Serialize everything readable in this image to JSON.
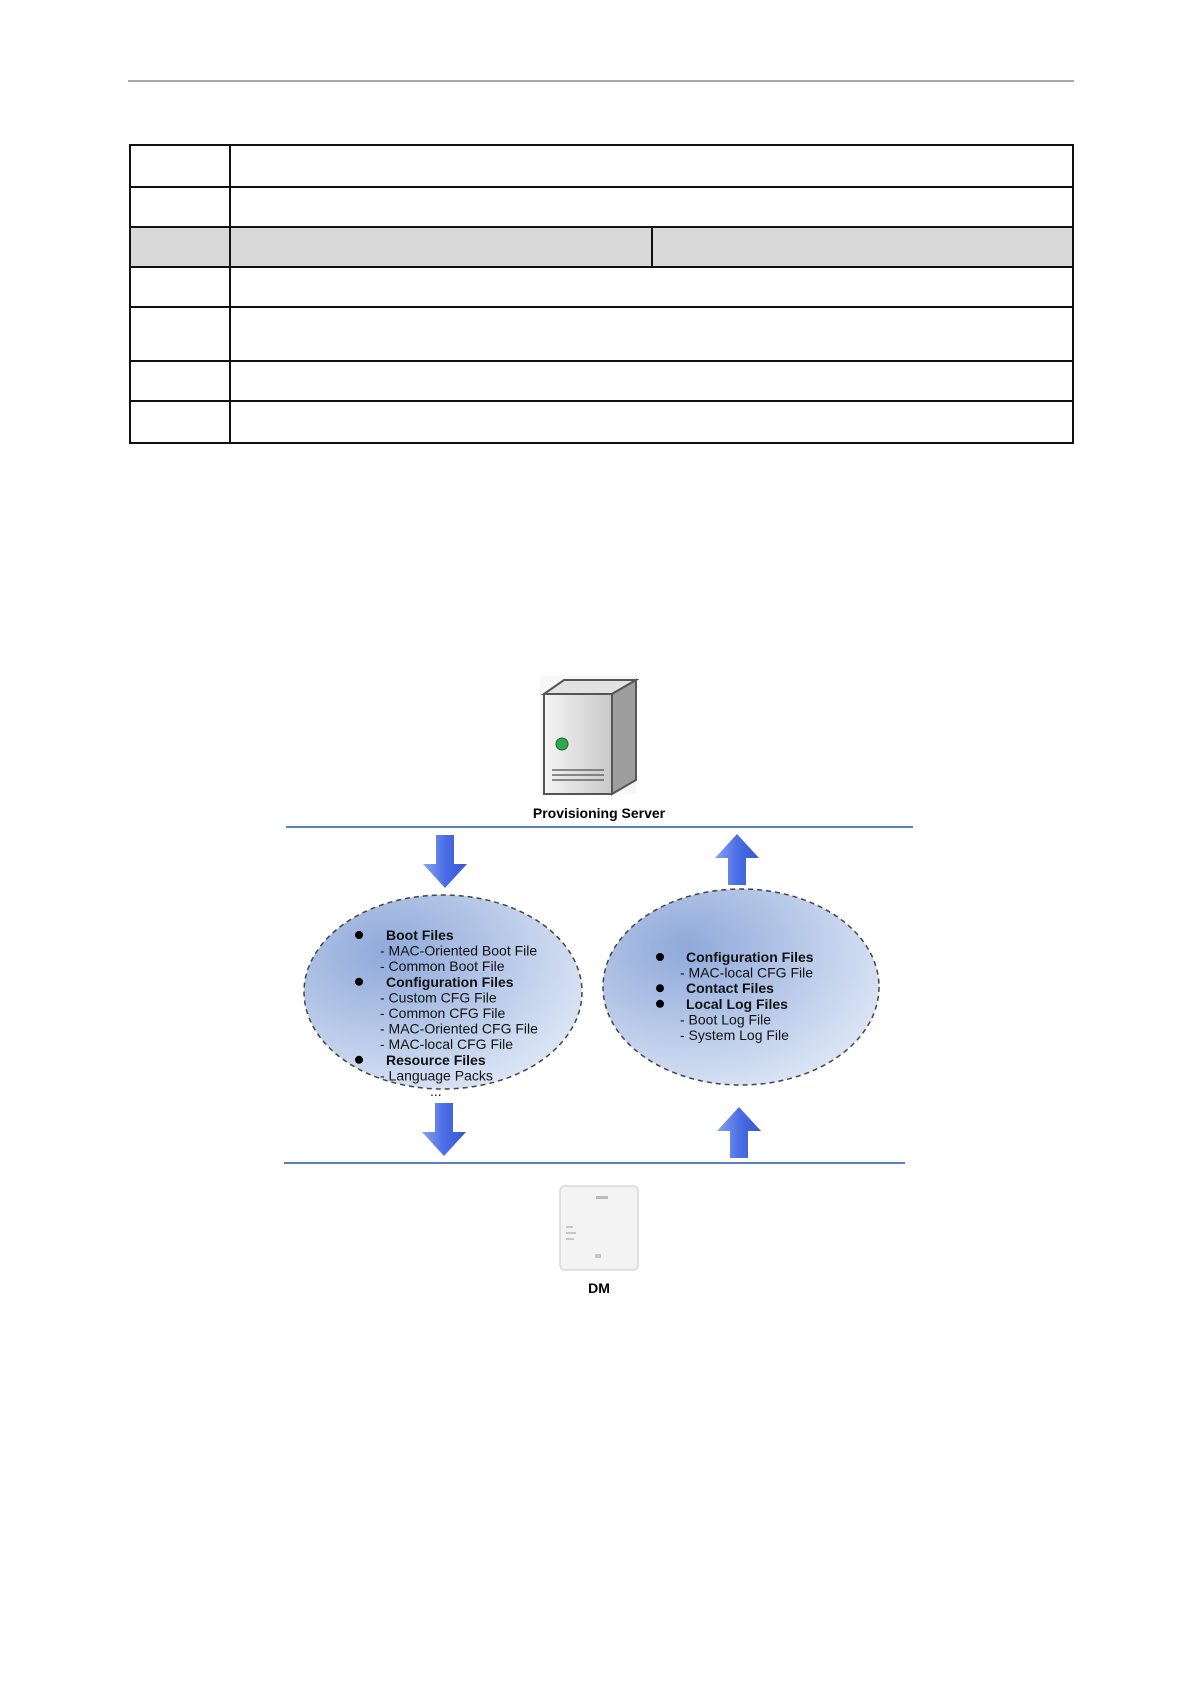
{
  "diagram": {
    "server_label": "Provisioning Server",
    "device_label": "DM",
    "download_circle": {
      "lines": [
        {
          "text": "Boot Files",
          "bold": true,
          "bullet": true
        },
        {
          "text": "- MAC-Oriented Boot File",
          "bold": false,
          "bullet": false
        },
        {
          "text": "- Common Boot File",
          "bold": false,
          "bullet": false
        },
        {
          "text": "Configuration Files",
          "bold": true,
          "bullet": true
        },
        {
          "text": "- Custom CFG File",
          "bold": false,
          "bullet": false
        },
        {
          "text": "- Common CFG File",
          "bold": false,
          "bullet": false
        },
        {
          "text": "- MAC-Oriented CFG File",
          "bold": false,
          "bullet": false
        },
        {
          "text": "- MAC-local CFG File",
          "bold": false,
          "bullet": false
        },
        {
          "text": "Resource Files",
          "bold": true,
          "bullet": true
        },
        {
          "text": "- Language Packs",
          "bold": false,
          "bullet": false
        },
        {
          "text": "...",
          "bold": false,
          "bullet": false
        }
      ]
    },
    "upload_circle": {
      "lines": [
        {
          "text": "Configuration Files",
          "bold": true,
          "bullet": true
        },
        {
          "text": "- MAC-local CFG File",
          "bold": false,
          "bullet": false
        },
        {
          "text": "Contact Files",
          "bold": true,
          "bullet": true
        },
        {
          "text": "Local Log Files",
          "bold": true,
          "bullet": true
        },
        {
          "text": "- Boot Log File",
          "bold": false,
          "bullet": false
        },
        {
          "text": "- System Log File",
          "bold": false,
          "bullet": false
        }
      ]
    },
    "colors": {
      "rule_line": "#5b7fc4",
      "arrow": "#4b6ee6",
      "ellipse_fill": "#b9cbea",
      "server_led": "#2fa84f"
    }
  }
}
